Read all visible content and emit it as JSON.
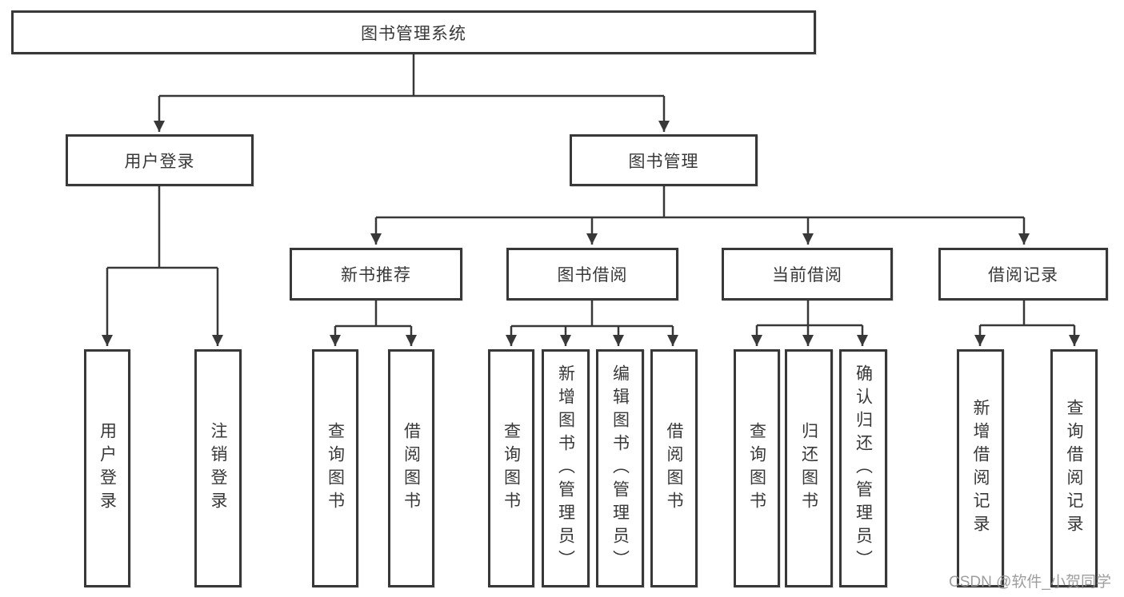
{
  "tree": {
    "root": {
      "label": "图书管理系统"
    },
    "level2": [
      {
        "label": "用户登录",
        "children": [
          {
            "label": "用户登录"
          },
          {
            "label": "注销登录"
          }
        ]
      },
      {
        "label": "图书管理",
        "children": [
          {
            "label": "新书推荐",
            "children": [
              {
                "label": "查询图书"
              },
              {
                "label": "借阅图书"
              }
            ]
          },
          {
            "label": "图书借阅",
            "children": [
              {
                "label": "查询图书"
              },
              {
                "label": "新增图书（管理员）"
              },
              {
                "label": "编辑图书（管理员）"
              },
              {
                "label": "借阅图书"
              }
            ]
          },
          {
            "label": "当前借阅",
            "children": [
              {
                "label": "查询图书"
              },
              {
                "label": "归还图书"
              },
              {
                "label": "确认归还（管理员）"
              }
            ]
          },
          {
            "label": "借阅记录",
            "children": [
              {
                "label": "新增借阅记录"
              },
              {
                "label": "查询借阅记录"
              }
            ]
          }
        ]
      }
    ]
  },
  "watermark": {
    "text": "CSDN @软件_小贺同学"
  },
  "colors": {
    "line": "#383838",
    "box_border": "#383838",
    "text": "#383838",
    "watermark": "#969696"
  }
}
